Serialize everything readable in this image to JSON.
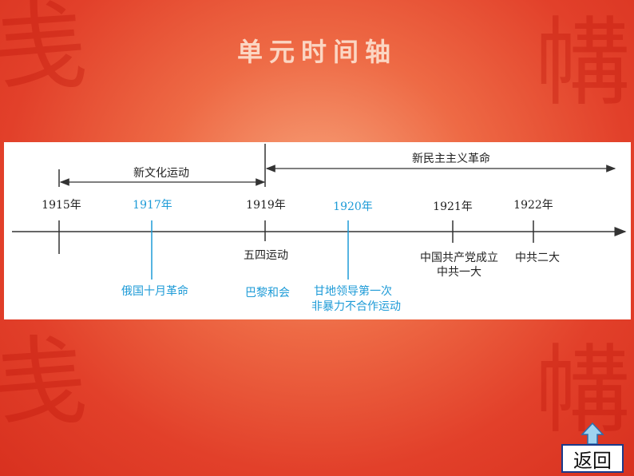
{
  "title": "单元时间轴",
  "colors": {
    "accent_blue": "#1e9bd7",
    "line": "#333333"
  },
  "spans": {
    "new_culture": "新文化运动",
    "new_democratic": "新民主主义革命"
  },
  "years": {
    "y1915": "1915年",
    "y1917": "1917年",
    "y1919": "1919年",
    "y1920": "1920年",
    "y1921": "1921年",
    "y1922": "1922年"
  },
  "events": {
    "may_fourth": "五四运动",
    "paris_peace": "巴黎和会",
    "october_revolution": "俄国十月革命",
    "gandhi_line1": "甘地领导第一次",
    "gandhi_line2": "非暴力不合作运动",
    "cpc_founded_line1": "中国共产党成立",
    "cpc_founded_line2": "中共一大",
    "cpc_second": "中共二大"
  },
  "buttons": {
    "back": "返回"
  },
  "icons": {
    "up": "up-arrow-icon"
  }
}
